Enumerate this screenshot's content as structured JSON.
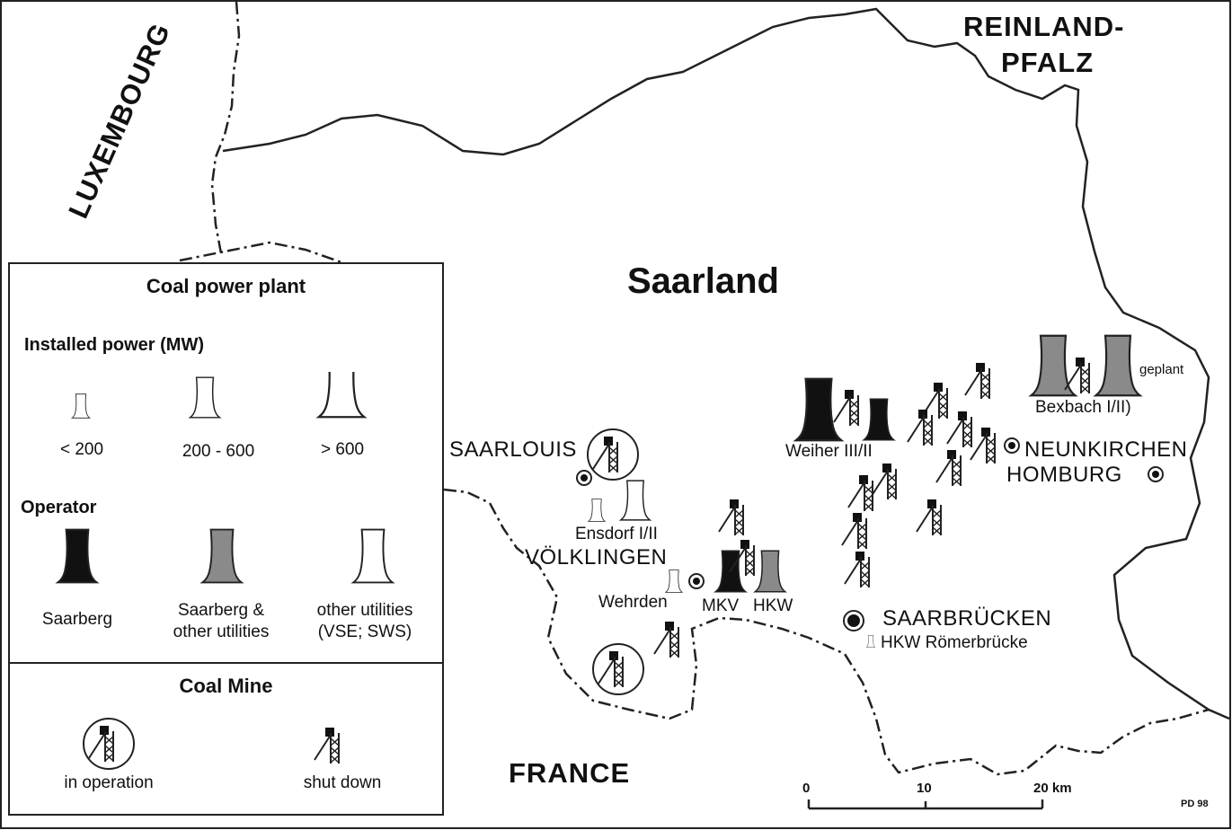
{
  "map": {
    "title": "Saarland",
    "neighbors": {
      "luxembourg": "LUXEMBOURG",
      "rheinland_line1": "REINLAND-",
      "rheinland_line2": "PFALZ",
      "france": "FRANCE"
    },
    "cities": {
      "saarlouis": "SAARLOUIS",
      "voelklingen": "VÖLKLINGEN",
      "saarbruecken": "SAARBRÜCKEN",
      "neunkirchen": "NEUNKIRCHEN",
      "homburg": "HOMBURG"
    },
    "plants": {
      "ensdorf": "Ensdorf I/II",
      "wehrden": "Wehrden",
      "mkv": "MKV",
      "hkw": "HKW",
      "weiher": "Weiher III/II",
      "bexbach": "Bexbach I/II)",
      "geplant": "geplant",
      "hkw_roemerbruecke": "HKW Römerbrücke"
    },
    "scale": {
      "zero": "0",
      "ten": "10",
      "twenty": "20 km"
    },
    "credit": "PD 98"
  },
  "legend": {
    "coal_plant_title": "Coal power plant",
    "installed_power_title": "Installed power (MW)",
    "sizes": [
      "< 200",
      "200 - 600",
      "> 600"
    ],
    "operator_title": "Operator",
    "operators": [
      {
        "label_line1": "Saarberg",
        "label_line2": ""
      },
      {
        "label_line1": "Saarberg &",
        "label_line2": "other utilities"
      },
      {
        "label_line1": "other utilities",
        "label_line2": "(VSE; SWS)"
      }
    ],
    "coal_mine_title": "Coal Mine",
    "mine_in_operation": "in operation",
    "mine_shut_down": "shut down"
  },
  "colors": {
    "saarberg": "#111111",
    "saarberg_other": "#8a8a8a",
    "other_utilities": "#ffffff",
    "line": "#222222"
  }
}
